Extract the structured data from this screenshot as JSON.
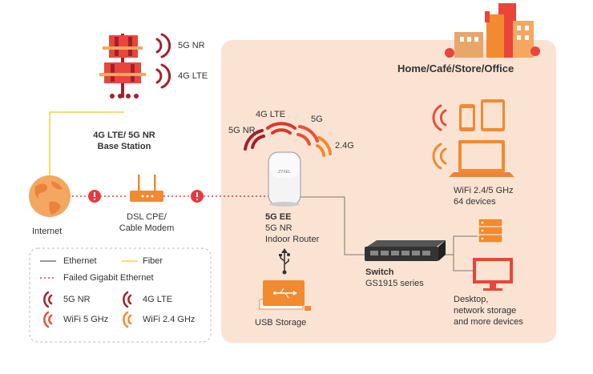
{
  "tower": {
    "signal_5g": "5G NR",
    "signal_4g": "4G LTE",
    "name_line1": "4G LTE/ 5G NR",
    "name_line2": "Base Station"
  },
  "internet": {
    "label": "Internet"
  },
  "modem": {
    "line1": "DSL CPE/",
    "line2": "Cable Modem"
  },
  "premises": {
    "title": "Home/Café/Store/Office"
  },
  "router": {
    "brand": "ZYXEL",
    "name": "5G EE",
    "line2": "5G NR",
    "line3": "Indoor Router",
    "signals": {
      "s5g": "5G NR",
      "s4g": "4G LTE",
      "s5": "5G",
      "s24": "2.4G"
    }
  },
  "usb": {
    "label": "USB Storage"
  },
  "switch": {
    "name": "Switch",
    "series": "GS1915 series"
  },
  "wifi_devices": {
    "line1": "WiFi 2.4/5 GHz",
    "line2": "64 devices"
  },
  "wired_devices": {
    "line1": "Desktop,",
    "line2": "network storage",
    "line3": "and more devices"
  },
  "legend": {
    "ethernet": "Ethernet",
    "fiber": "Fiber",
    "failed": "Failed Gigabit Ethernet",
    "nr5g": "5G NR",
    "lte4g": "4G LTE",
    "wifi5": "WiFi 5 GHz",
    "wifi24": "WiFi 2.4 GHz"
  },
  "colors": {
    "panel": "#fbe3d3",
    "ethernet": "#777777",
    "fiber": "#f3d04a",
    "failed": "#e8393f",
    "nr5g": "#a41f2d",
    "lte4g": "#d63a2f",
    "wifi5": "#e4513a",
    "wifi24": "#f28a30"
  }
}
